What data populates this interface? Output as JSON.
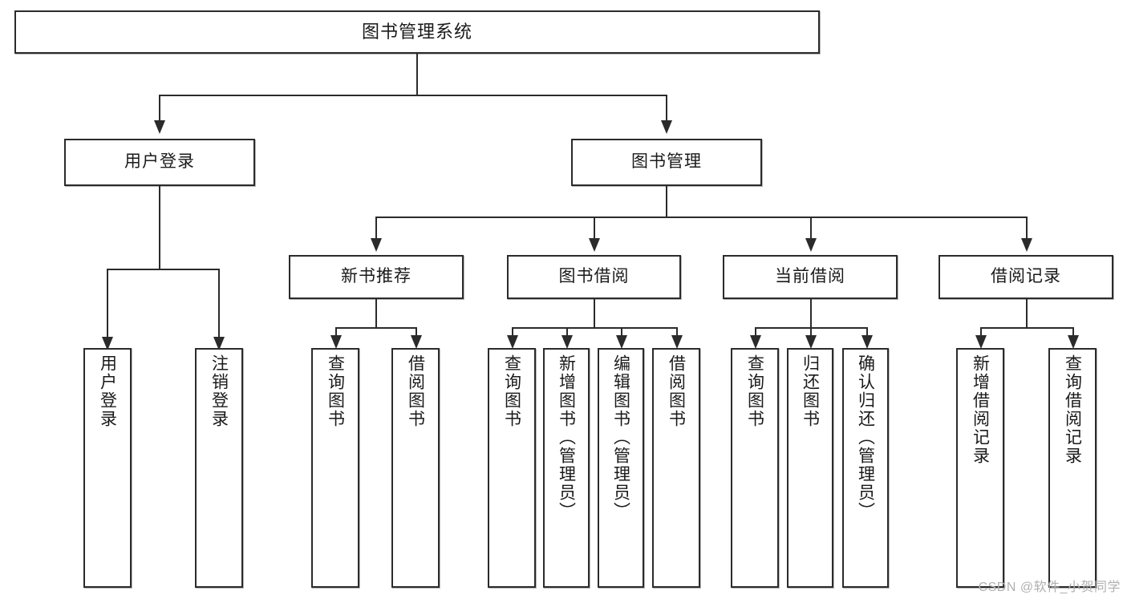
{
  "diagram": {
    "title": "图书管理系统",
    "type": "tree",
    "theme": {
      "border_color": "#2b2b2b",
      "box_fill": "#ffffff",
      "text_color": "#1a1a1a",
      "canvas_background": "#ffffff",
      "watermark_color": "#b0b0b0"
    },
    "nodes": {
      "root": {
        "label": "图书管理系统"
      },
      "level2": [
        {
          "label": "用户登录"
        },
        {
          "label": "图书管理"
        }
      ],
      "level3": [
        {
          "label": "新书推荐"
        },
        {
          "label": "图书借阅"
        },
        {
          "label": "当前借阅"
        },
        {
          "label": "借阅记录"
        }
      ],
      "leaves": {
        "user_login": [
          {
            "label": "用户登录"
          },
          {
            "label": "注销登录"
          }
        ],
        "new_book_recommend": [
          {
            "label": "查询图书"
          },
          {
            "label": "借阅图书"
          }
        ],
        "book_borrow": [
          {
            "label": "查询图书"
          },
          {
            "label": "新增图书（管理员）"
          },
          {
            "label": "编辑图书（管理员）"
          },
          {
            "label": "借阅图书"
          }
        ],
        "current_borrow": [
          {
            "label": "查询图书"
          },
          {
            "label": "归还图书"
          },
          {
            "label": "确认归还（管理员）"
          }
        ],
        "borrow_record": [
          {
            "label": "新增借阅记录"
          },
          {
            "label": "查询借阅记录"
          }
        ]
      }
    },
    "watermark": "CSDN @软件_小贺同学"
  }
}
